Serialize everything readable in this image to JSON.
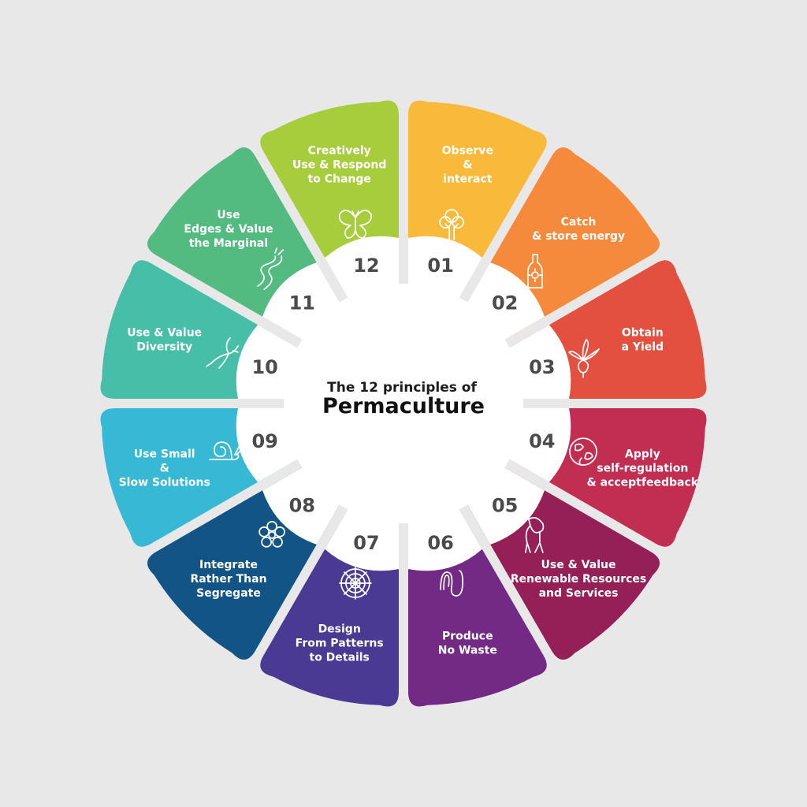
{
  "title": {
    "line1": "The 12 principles of",
    "line2": "Permaculture"
  },
  "segments": [
    {
      "number": "01",
      "label": [
        "Observe",
        "&",
        "interact"
      ],
      "color": "#f9b93b",
      "icon": "tree-icon"
    },
    {
      "number": "02",
      "label": [
        "Catch",
        "& store energy"
      ],
      "color": "#f58a3d",
      "icon": "bottle-sun-icon"
    },
    {
      "number": "03",
      "label": [
        "Obtain",
        "a Yield"
      ],
      "color": "#e3503f",
      "icon": "beetroot-icon"
    },
    {
      "number": "04",
      "label": [
        "Apply",
        "self-regulation",
        "& acceptfeedback"
      ],
      "color": "#c22e52",
      "icon": "globe-icon"
    },
    {
      "number": "05",
      "label": [
        "Use & Value",
        "Renewable Resources",
        "and Services"
      ],
      "color": "#951f57",
      "icon": "horse-icon"
    },
    {
      "number": "06",
      "label": [
        "Produce",
        "No Waste"
      ],
      "color": "#732a85",
      "icon": "worm-icon"
    },
    {
      "number": "07",
      "label": [
        "Design",
        "From Patterns",
        "to Details"
      ],
      "color": "#4a3a94",
      "icon": "spiderweb-icon"
    },
    {
      "number": "08",
      "label": [
        "Integrate",
        "Rather Than",
        "Segregate"
      ],
      "color": "#135486",
      "icon": "flower-circle-icon"
    },
    {
      "number": "09",
      "label": [
        "Use Small",
        "&",
        "Slow Solutions"
      ],
      "color": "#37b9d6",
      "icon": "snail-icon"
    },
    {
      "number": "10",
      "label": [
        "Use & Value",
        "Diversity"
      ],
      "color": "#47bea8",
      "icon": "hummingbird-icon"
    },
    {
      "number": "11",
      "label": [
        "Use",
        "Edges & Value",
        "the Marginal"
      ],
      "color": "#53ba80",
      "icon": "river-icon"
    },
    {
      "number": "12",
      "label": [
        "Creatively",
        "Use & Respond",
        "to Change"
      ],
      "color": "#a8cd3c",
      "icon": "butterfly-icon"
    }
  ]
}
